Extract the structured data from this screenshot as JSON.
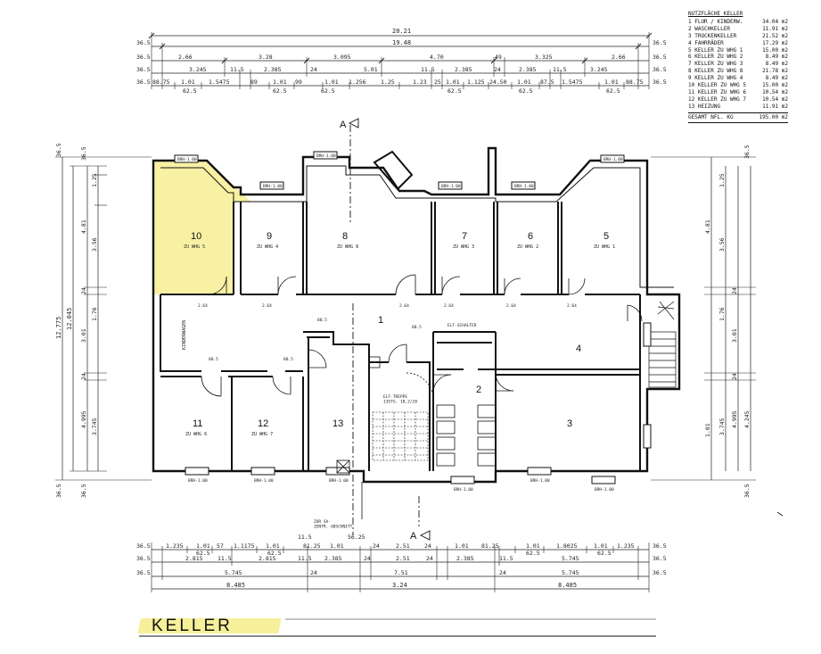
{
  "drawing": {
    "title": "KELLER",
    "section_marker": "A",
    "stair_text": "ELT-TREPPE\n13STG. 18,2/28",
    "pram_label": "KINDERWAGEN"
  },
  "legend": {
    "title": "NUTZFLÄCHE KELLER",
    "rows": [
      {
        "label": "1 FLUR / KINDERW.",
        "value": "34.04 m2"
      },
      {
        "label": "2 WASCHKELLER",
        "value": "11.91 m2"
      },
      {
        "label": "3 TROCKENKELLER",
        "value": "21.52 m2"
      },
      {
        "label": "4 FAHRRÄDER",
        "value": "17.29 m2"
      },
      {
        "label": "5 KELLER ZU WHG 1",
        "value": "15.00 m2"
      },
      {
        "label": "6 KELLER ZU WHG 2",
        "value": "8.49 m2"
      },
      {
        "label": "7 KELLER ZU WHG 3",
        "value": "8.49 m2"
      },
      {
        "label": "8 KELLER ZU WHG 8",
        "value": "21.78 m2"
      },
      {
        "label": "9 KELLER ZU WHG 4",
        "value": "8.49 m2"
      },
      {
        "label": "10 KELLER ZU WHG 5",
        "value": "15.00 m2"
      },
      {
        "label": "11 KELLER ZU WHG 6",
        "value": "10.54 m2"
      },
      {
        "label": "12 KELLER ZU WHG 7",
        "value": "10.54 m2"
      },
      {
        "label": "13 HEIZUNG",
        "value": "11.91 m2"
      }
    ],
    "total": {
      "label": "GESAMT NFL. KG",
      "value": "195.00 m2"
    }
  },
  "rooms": [
    {
      "num": "10",
      "sub": "ZU WHG 5",
      "highlight": true
    },
    {
      "num": "9",
      "sub": "ZU WHG 4"
    },
    {
      "num": "8",
      "sub": "ZU WHG 8"
    },
    {
      "num": "7",
      "sub": "ZU WHG 3"
    },
    {
      "num": "6",
      "sub": "ZU WHG 2"
    },
    {
      "num": "5",
      "sub": "ZU WHG 1"
    },
    {
      "num": "1",
      "sub": ""
    },
    {
      "num": "4",
      "sub": ""
    },
    {
      "num": "2",
      "sub": ""
    },
    {
      "num": "3",
      "sub": ""
    },
    {
      "num": "11",
      "sub": "ZU WHG 6"
    },
    {
      "num": "12",
      "sub": "ZU WHG 7"
    },
    {
      "num": "13",
      "sub": ""
    }
  ],
  "top_dims": {
    "row1": [
      "20.21"
    ],
    "row2": [
      "19.48"
    ],
    "row3": [
      "2.66",
      "3.28",
      "3.095",
      "4.70",
      "49",
      "3.325",
      "2.66"
    ],
    "row4": [
      "3.245",
      "11.5",
      "2.385",
      "24",
      "5.01",
      "11.5",
      "2.385",
      "24",
      "2.385",
      "11.5",
      "3.245"
    ],
    "row5": [
      "88.75",
      "1.01",
      "1.5475",
      "89",
      "1.01",
      "99",
      "1.01",
      "1.256",
      "1.25",
      "1.23",
      "25",
      "1.01",
      "1.125",
      "24.50",
      "1.01",
      "87.5",
      "1.5475",
      "1.01",
      "88.75"
    ],
    "row5b": [
      "62.5",
      "62.5",
      "62.5",
      "62.5",
      "62.5",
      "62.5"
    ],
    "edge": "36.5"
  },
  "bottom_dims": {
    "row1": [
      "1.235",
      "1.01",
      "57",
      "1.1175",
      "1.01",
      "11.5",
      "81.25",
      "1.01",
      "56.25",
      "24",
      "2.51",
      "24",
      "1.01",
      "81.25",
      "1.01",
      "1.8025",
      "1.01",
      "1.235"
    ],
    "row1b": [
      "62.5",
      "62.5",
      "62.5",
      "62.5"
    ],
    "row2": [
      "2.815",
      "11.5",
      "2.815",
      "11.5",
      "2.385",
      "24",
      "2.51",
      "24",
      "2.385",
      "11.5",
      "5.745"
    ],
    "row3": [
      "5.745",
      "24",
      "7.51",
      "24",
      "5.745"
    ],
    "row4": [
      "8.485",
      "3.24",
      "8.485"
    ],
    "edge": "36.5"
  },
  "left_dims": {
    "outer": "12.775",
    "second": "12.045",
    "row3": [
      "4.81",
      "3.01",
      "4.995"
    ],
    "row4": [
      "1.25",
      "3.56",
      "1.76",
      "3.745"
    ],
    "edge": [
      "36.5",
      "24",
      "24",
      "36.5"
    ]
  },
  "right_dims": {
    "row1": [
      "4.81",
      "3.01",
      "4.995"
    ],
    "row2": [
      "1.25",
      "3.56",
      "1.76",
      "1.01",
      "3.745",
      "4.245"
    ],
    "edge": [
      "36.5",
      "24",
      "24",
      "36.5"
    ]
  },
  "annotations": {
    "window_tag": "BRH-1.00",
    "door_tag": "2.64",
    "door_tag2": "88.5",
    "stair_tag": "ELT-SCHALTER",
    "chimney_note": "ZUR SA-\nZENTR. ABSCHNITT"
  }
}
